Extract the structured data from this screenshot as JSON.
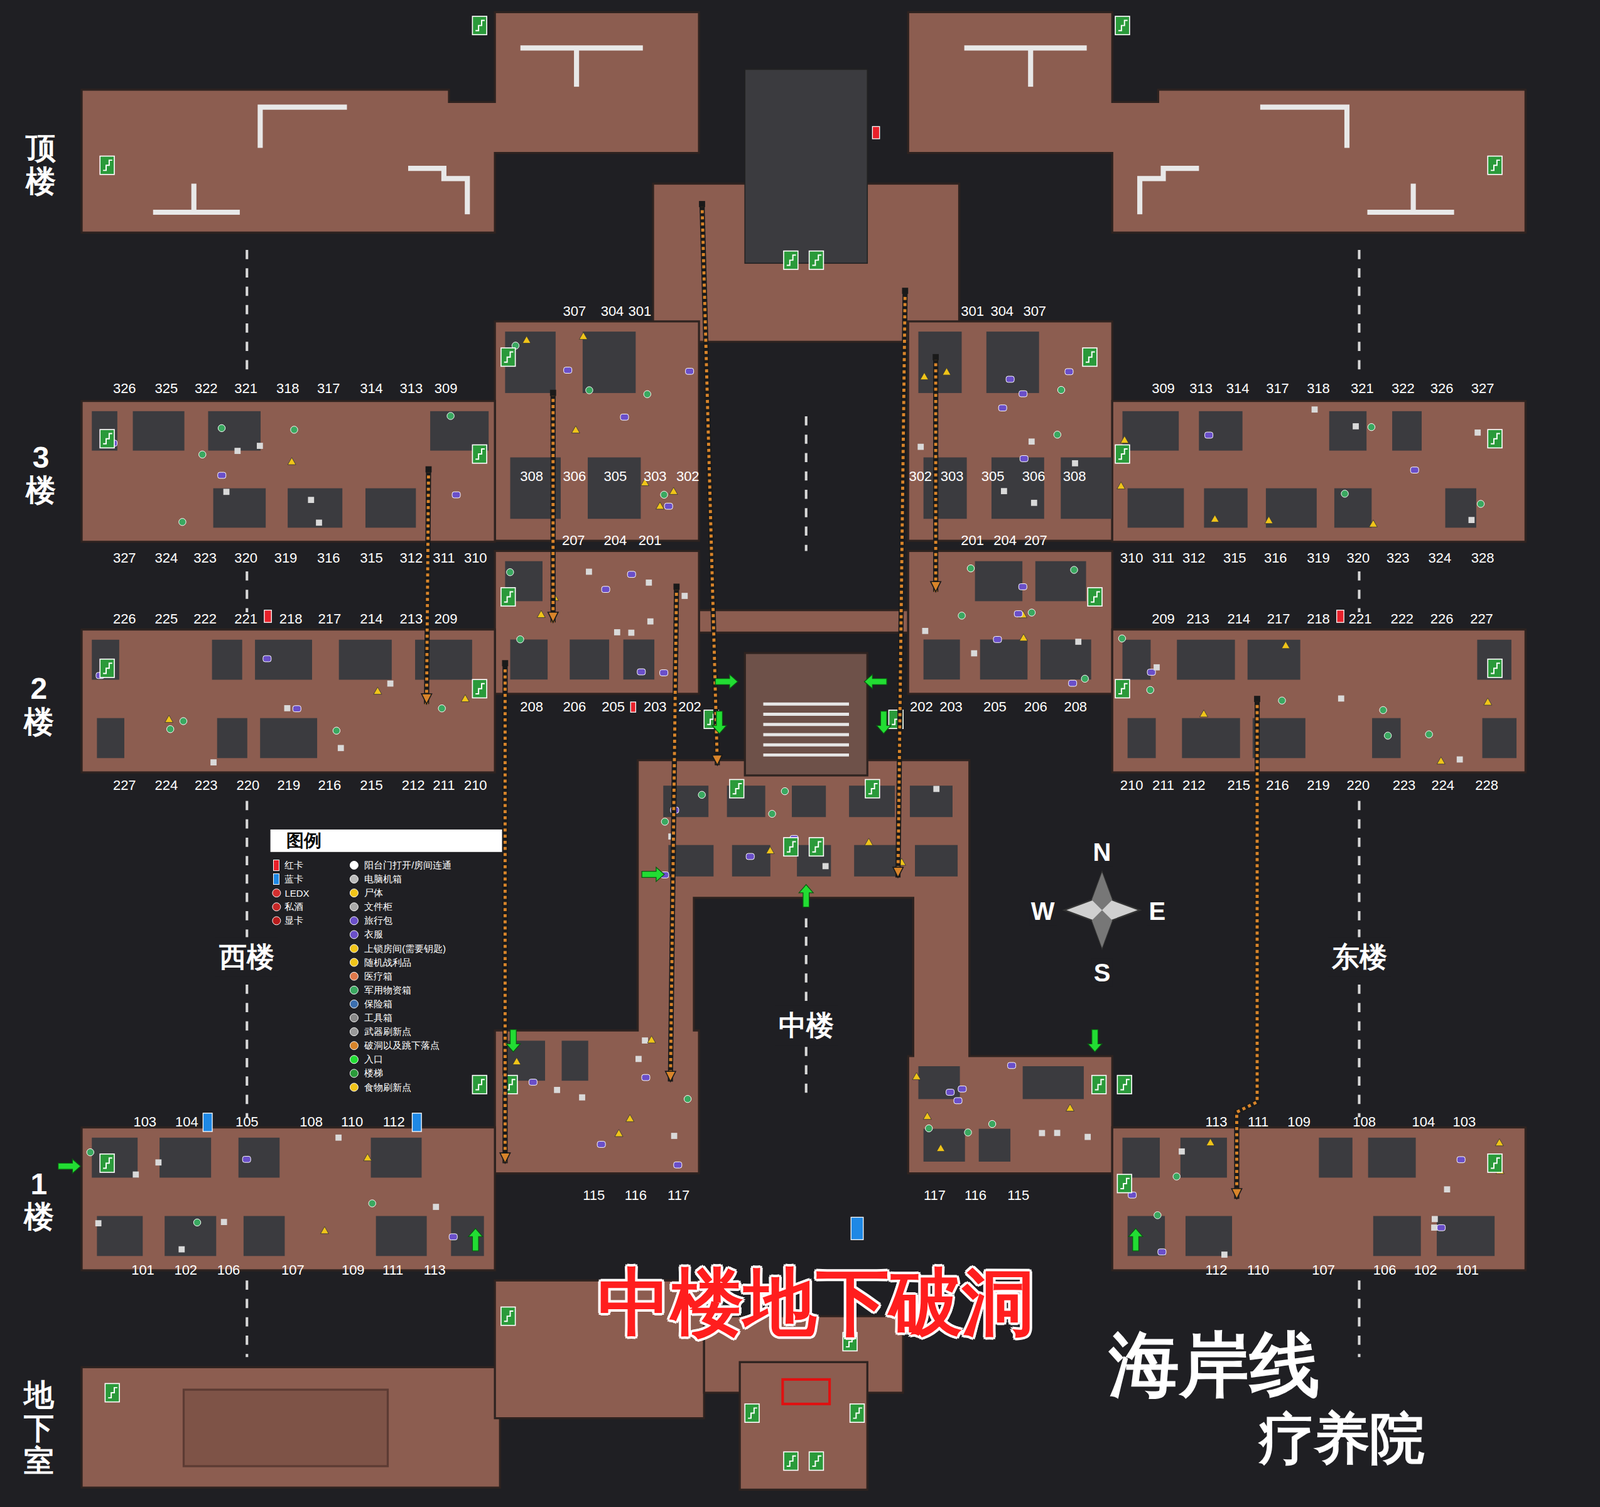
{
  "diagram": {
    "title": "海岸线",
    "caption": "疗养院",
    "labels": [
      "顶楼",
      "3楼",
      "2楼",
      "1楼",
      "地下室",
      "307",
      "304",
      "301",
      "326",
      "325",
      "322",
      "321",
      "318",
      "317",
      "314",
      "313",
      "309",
      "308",
      "306",
      "305",
      "303",
      "302",
      "327",
      "324",
      "323",
      "320",
      "319",
      "316",
      "315",
      "312",
      "311",
      "310",
      "301",
      "304",
      "307",
      "302",
      "303",
      "305",
      "306",
      "308",
      "309",
      "313",
      "314",
      "317",
      "318",
      "321",
      "322",
      "326",
      "327",
      "310",
      "311",
      "312",
      "315",
      "316",
      "319",
      "320",
      "323",
      "324",
      "328",
      "207",
      "204",
      "201",
      "226",
      "225",
      "222",
      "221",
      "218",
      "217",
      "214",
      "213",
      "209",
      "208",
      "206",
      "205",
      "203",
      "202",
      "227",
      "224",
      "223",
      "220",
      "219",
      "216",
      "215",
      "212",
      "211",
      "210",
      "201",
      "204",
      "207",
      "209",
      "213",
      "214",
      "217",
      "218",
      "221",
      "222",
      "226",
      "227",
      "202",
      "203",
      "205",
      "206",
      "208",
      "210",
      "211",
      "212",
      "215",
      "216",
      "219",
      "220",
      "223",
      "224",
      "228",
      "103",
      "104",
      "105",
      "108",
      "110",
      "112",
      "101",
      "102",
      "106",
      "107",
      "109",
      "111",
      "113",
      "115",
      "116",
      "117",
      "117",
      "116",
      "115",
      "113",
      "111",
      "109",
      "108",
      "104",
      "103",
      "112",
      "110",
      "107",
      "106",
      "102",
      "101",
      "西楼",
      "中楼",
      "东楼",
      "N",
      "W",
      "E",
      "S",
      "中楼地下破洞",
      "图例"
    ],
    "legend": [
      {
        "text": "红卡",
        "color": "#e8202a"
      },
      {
        "text": "蓝卡",
        "color": "#1e88e5"
      },
      {
        "text": "LEDX"
      },
      {
        "text": "私酒"
      },
      {
        "text": "显卡"
      },
      {
        "text": "阳台门打开/房间连通"
      },
      {
        "text": "电脑机箱"
      },
      {
        "text": "尸体"
      },
      {
        "text": "文件柜"
      },
      {
        "text": "旅行包"
      },
      {
        "text": "衣服"
      },
      {
        "text": "上锁房间(需要钥匙)"
      },
      {
        "text": "随机战利品"
      },
      {
        "text": "医疗箱"
      },
      {
        "text": "军用物资箱"
      },
      {
        "text": "保险箱"
      },
      {
        "text": "工具箱"
      },
      {
        "text": "武器刷新点"
      },
      {
        "text": "破洞以及跳下落点"
      },
      {
        "text": "入口"
      },
      {
        "text": "楼梯"
      },
      {
        "text": "食物刷新点"
      }
    ]
  }
}
